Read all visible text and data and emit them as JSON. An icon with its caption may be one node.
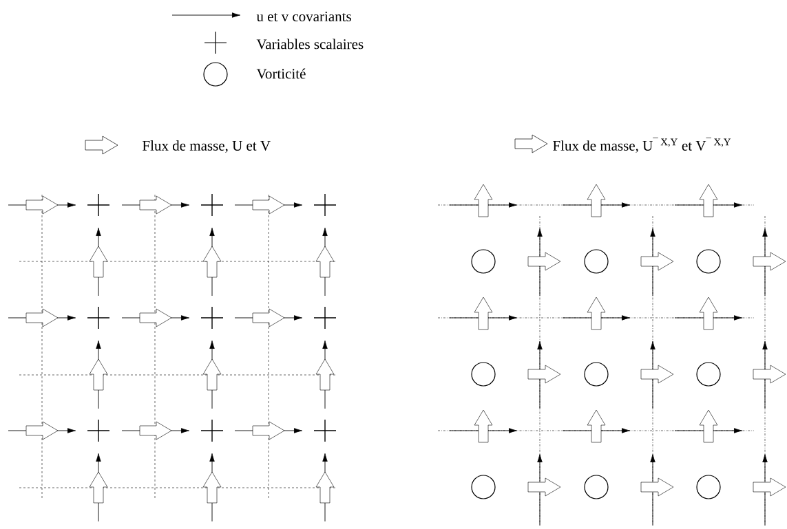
{
  "diagram": {
    "legend": [
      {
        "text": "u et v covariants"
      },
      {
        "text": "Variables scalaires"
      },
      {
        "text": "Vorticité"
      },
      {
        "text": "Flux de masse,  U et V"
      },
      {
        "text": "Flux de masse, U$^{¯ X,Y}$ et V$^{¯ X,Y}$"
      }
    ]
  }
}
